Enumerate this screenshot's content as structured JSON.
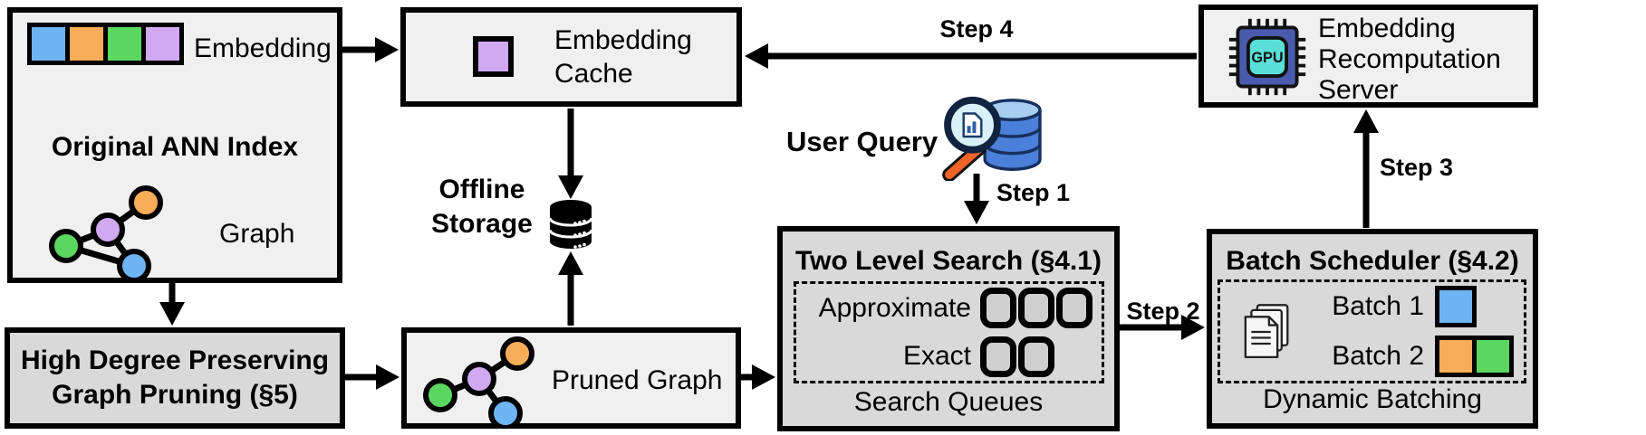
{
  "colors": {
    "blue": "#6fb4f2",
    "orange": "#f8ad58",
    "green": "#5bd75f",
    "purple": "#d0a9f0",
    "queue": "#cfcfcf",
    "box-light": "#f0f0f0",
    "box-gray": "#d9d9d9",
    "line": "#000000",
    "gpu-body": "#4a5aad",
    "gpu-core": "#59dfd8",
    "db-blue": "#4a80d9",
    "db-blue-top": "#a8cdf0",
    "db-outline": "#16305e",
    "lens": "#d8f1f8",
    "handle-orange": "#ef6328"
  },
  "diagram": {
    "ann_index": {
      "title": "Original ANN Index",
      "embedding_label": "Embedding",
      "graph_label": "Graph",
      "embedding_cells": [
        "blue",
        "orange",
        "green",
        "purple"
      ]
    },
    "embedding_cache": {
      "label": "Embedding Cache",
      "cells": [
        "purple"
      ]
    },
    "recompute_server": {
      "label": "Embedding Recomputation Server",
      "gpu_label": "GPU"
    },
    "offline_storage": {
      "label": "Offline Storage"
    },
    "user_query": {
      "label": "User Query"
    },
    "high_degree_pruning": {
      "label": "High Degree Preserving Graph Pruning (§5)"
    },
    "pruned_graph": {
      "label": "Pruned Graph"
    },
    "two_level_search": {
      "title": "Two Level Search (§4.1)",
      "approximate_label": "Approximate",
      "exact_label": "Exact",
      "caption": "Search Queues",
      "approximate_cells": [
        "queue",
        "queue",
        "queue"
      ],
      "exact_cells": [
        "queue",
        "queue"
      ]
    },
    "batch_scheduler": {
      "title": "Batch Scheduler (§4.2)",
      "batch1_label": "Batch 1",
      "batch2_label": "Batch 2",
      "caption": "Dynamic Batching",
      "batch1_cells": [
        "blue"
      ],
      "batch2_cells": [
        "orange",
        "green"
      ]
    },
    "steps": {
      "step1": "Step 1",
      "step2": "Step 2",
      "step3": "Step 3",
      "step4": "Step 4"
    }
  }
}
